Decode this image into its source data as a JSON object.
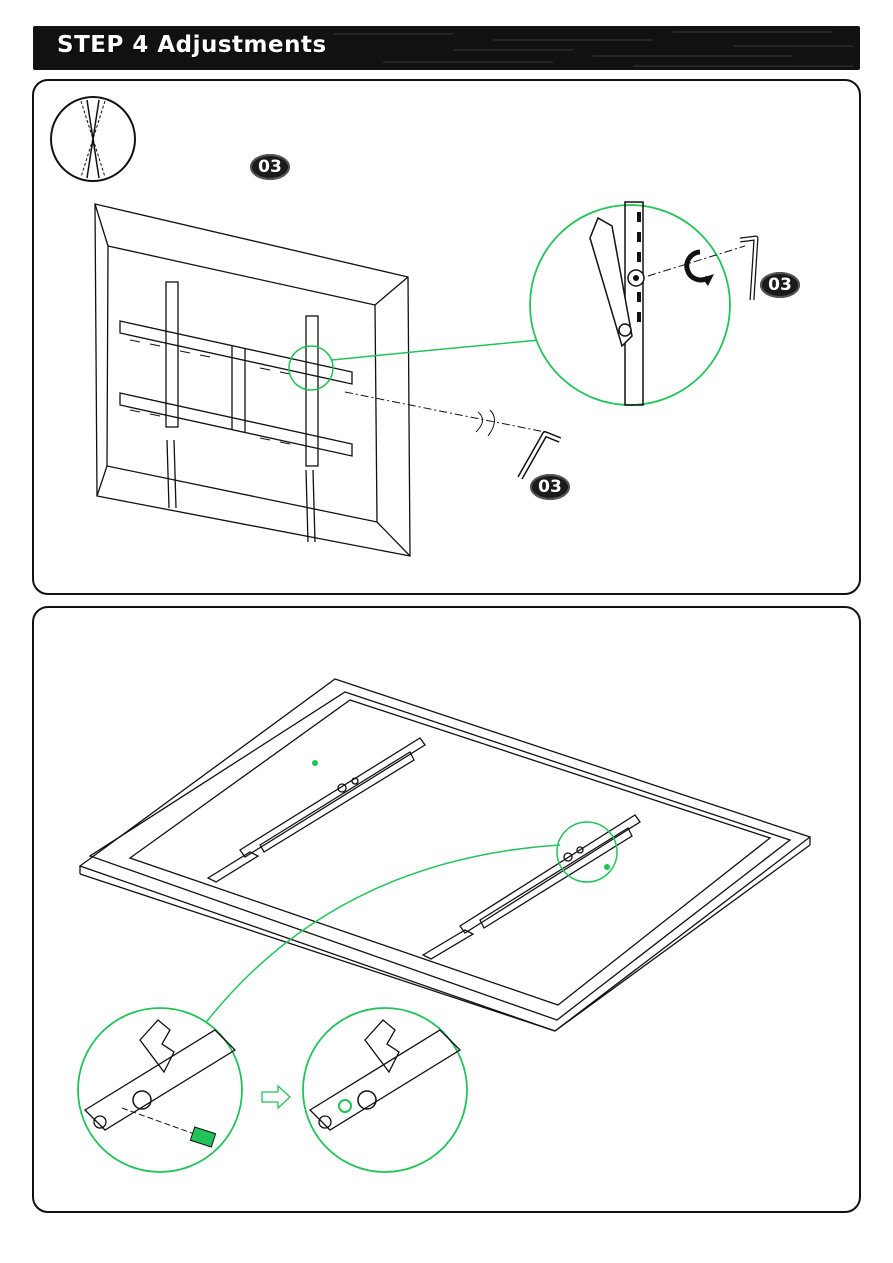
{
  "header": {
    "title": "STEP 4 Adjustments"
  },
  "panel1": {
    "part_label_top": "03",
    "part_label_detail": "03",
    "part_label_wrench": "03"
  },
  "colors": {
    "callout": "#22c45a",
    "ink": "#111111",
    "header_bg": "#111111"
  },
  "icons": [
    "tilt-icon",
    "rotate-arrow-icon",
    "hex-key-icon",
    "screw-icon",
    "arrow-right-icon"
  ]
}
